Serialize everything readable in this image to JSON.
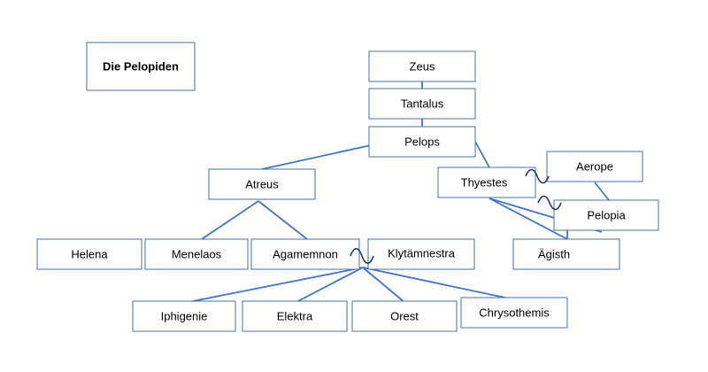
{
  "colors": {
    "box_border": "#4a6fa8",
    "edge": "#4472c4",
    "marriage": "#1f3864",
    "text": "#000000",
    "background": "#ffffff"
  },
  "title": "Die Pelopiden",
  "nodes": {
    "zeus": "Zeus",
    "tantalus": "Tantalus",
    "pelops": "Pelops",
    "atreus": "Atreus",
    "thyestes": "Thyestes",
    "aerope": "Aerope",
    "pelopia": "Pelopia",
    "helena": "Helena",
    "menelaos": "Menelaos",
    "agamemnon": "Agamemnon",
    "klytaemnestra": "Klytämnestra",
    "aegisth": "Ägisth",
    "iphigenie": "Iphigenie",
    "elektra": "Elektra",
    "orest": "Orest",
    "chrysothemis": "Chrysothemis"
  }
}
